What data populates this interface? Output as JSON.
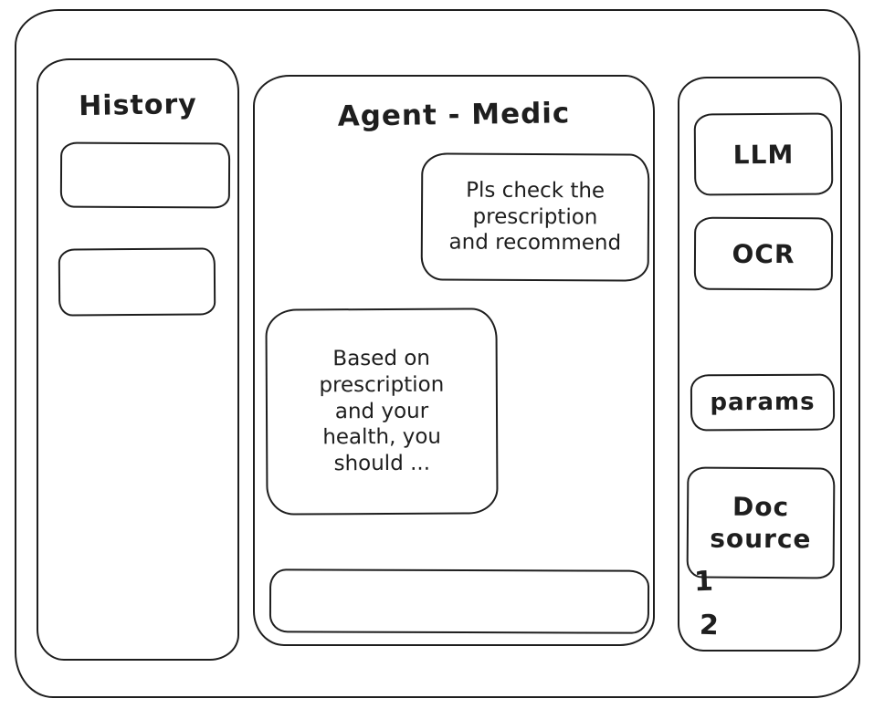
{
  "colors": {
    "ink": "#1e1e1e",
    "background": "#ffffff"
  },
  "history_panel": {
    "title": "History",
    "items": [
      "",
      ""
    ]
  },
  "chat": {
    "title": "Agent - Medic",
    "user_message": "Pls check the\nprescription\nand recommend",
    "assistant_message": "Based on\nprescription\nand your\nhealth, you\nshould ...",
    "input_value": ""
  },
  "tools_panel": {
    "buttons": [
      {
        "label": "LLM"
      },
      {
        "label": "OCR"
      },
      {
        "label": "params"
      },
      {
        "label": "Doc\nsource"
      }
    ],
    "annotations": [
      "1",
      "2"
    ]
  }
}
